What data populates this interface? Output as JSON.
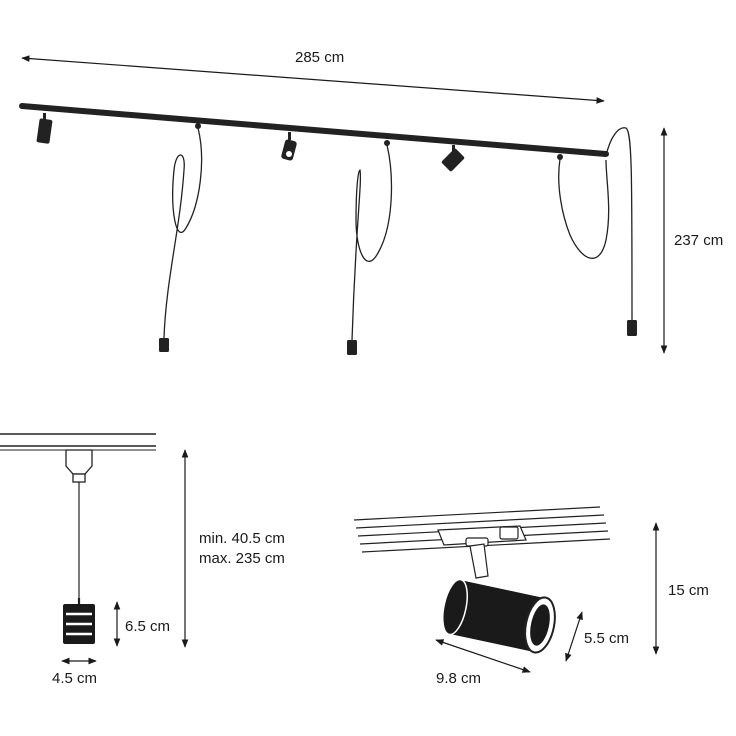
{
  "colors": {
    "ink": "#1a1a1a",
    "rail": "#222222",
    "background": "#ffffff"
  },
  "overview": {
    "length_label": "285 cm",
    "height_label": "237 cm"
  },
  "pendant_detail": {
    "min_label": "min. 40.5 cm",
    "max_label": "max. 235 cm",
    "shade_height_label": "6.5 cm",
    "shade_width_label": "4.5 cm"
  },
  "spot_detail": {
    "height_label": "15 cm",
    "diameter_label": "5.5 cm",
    "length_label": "9.8 cm"
  }
}
